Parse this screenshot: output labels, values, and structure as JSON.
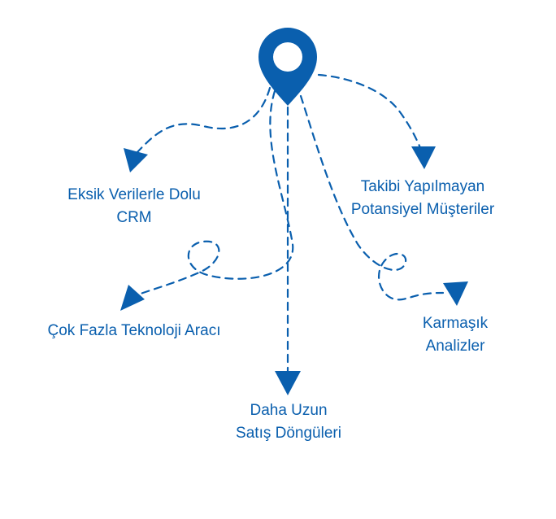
{
  "accent_color": "#0a5fae",
  "icons": {
    "origin": "map-pin-icon",
    "arrowhead": "triangle-arrow-icon"
  },
  "labels": {
    "crm": {
      "line1": "Eksik Verilerle Dolu",
      "line2": "CRM"
    },
    "takibi": {
      "line1": "Takibi Yapılmayan",
      "line2": "Potansiyel Müşteriler"
    },
    "cok": {
      "line1": "Çok Fazla Teknoloji Aracı"
    },
    "karmasik": {
      "line1": "Karmaşık",
      "line2": "Analizler"
    },
    "daha": {
      "line1": "Daha Uzun",
      "line2": "Satış Döngüleri"
    }
  }
}
